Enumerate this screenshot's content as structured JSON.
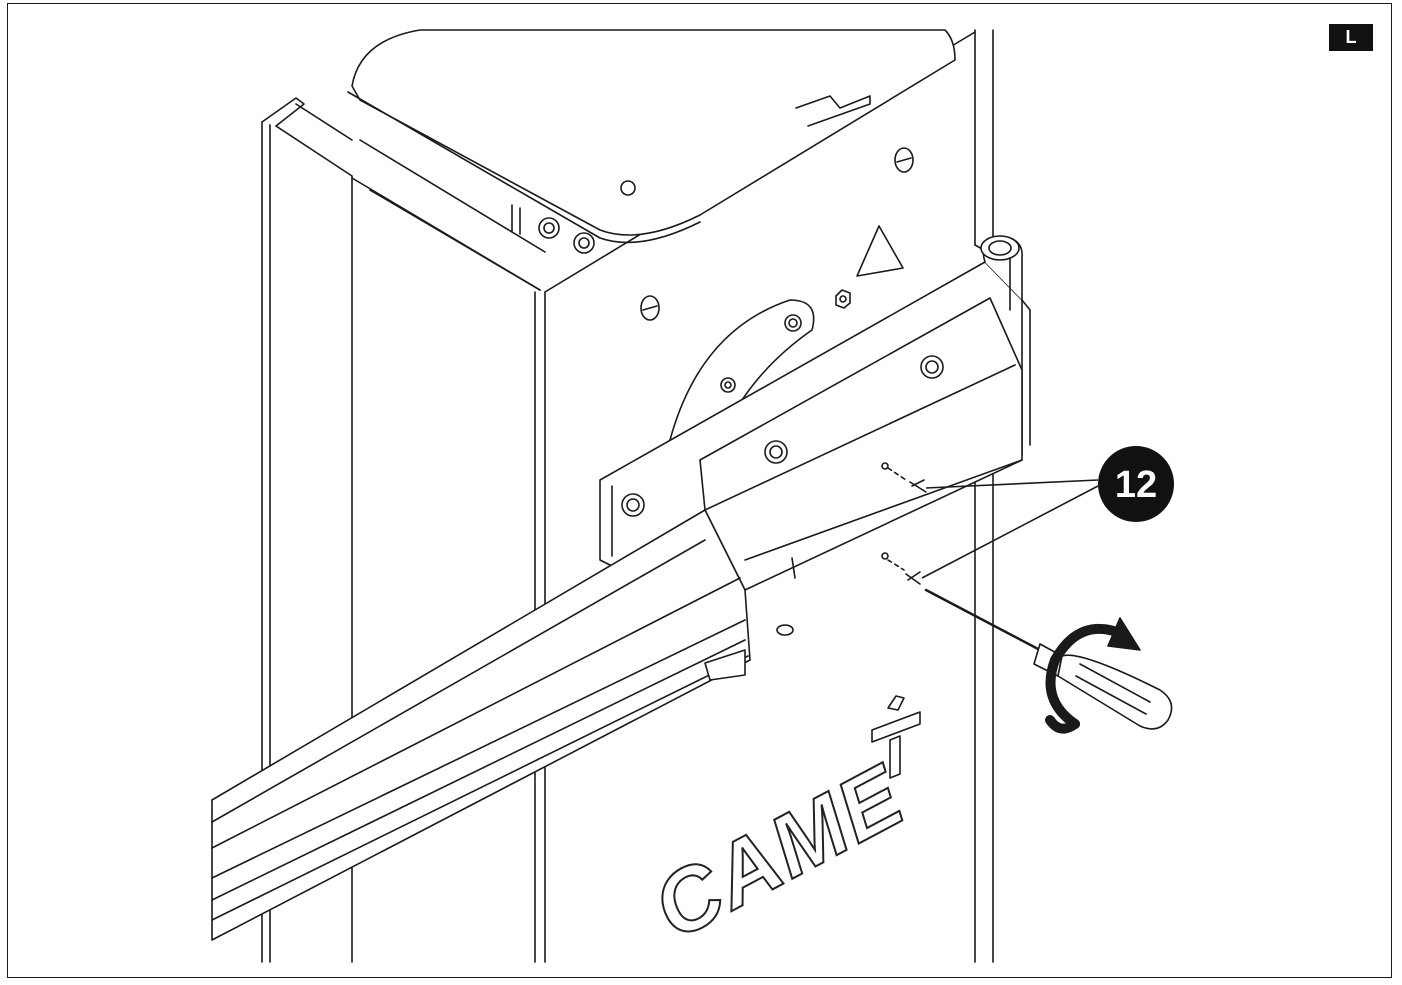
{
  "page_marker": {
    "label": "L"
  },
  "callouts": [
    {
      "number": "12",
      "target": "screws"
    }
  ],
  "brand": {
    "name": "CAME"
  },
  "icons": [
    "screwdriver-icon",
    "rotation-arrow-icon",
    "warning-triangle-icon"
  ],
  "colors": {
    "line": "#1a1a1a",
    "background": "#ffffff",
    "badge": "#111111"
  }
}
